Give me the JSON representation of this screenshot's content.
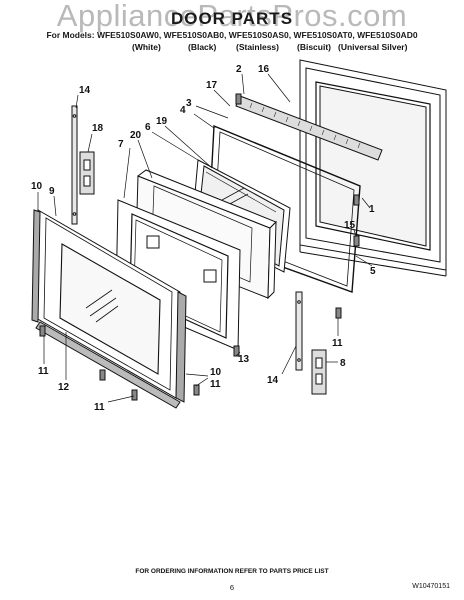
{
  "watermark": "AppliancePartsPros.com",
  "header": {
    "title": "DOOR PARTS",
    "models_line": "For Models: WFE510S0AW0, WFE510S0AB0, WFE510S0AS0, WFE510S0AT0, WFE510S0AD0",
    "colors": [
      "(White)",
      "(Black)",
      "(Stainless)",
      "(Biscuit)",
      "(Universal Silver)"
    ]
  },
  "callouts": [
    "14",
    "18",
    "7",
    "20",
    "6",
    "19",
    "17",
    "2",
    "16",
    "3",
    "4",
    "10",
    "9",
    "1",
    "15",
    "5",
    "11",
    "13",
    "8",
    "12",
    "14",
    "11",
    "10",
    "11",
    "11"
  ],
  "footer": {
    "ordering_note": "FOR ORDERING INFORMATION REFER TO PARTS PRICE LIST",
    "page_number": "6",
    "doc_number": "W10470151"
  }
}
